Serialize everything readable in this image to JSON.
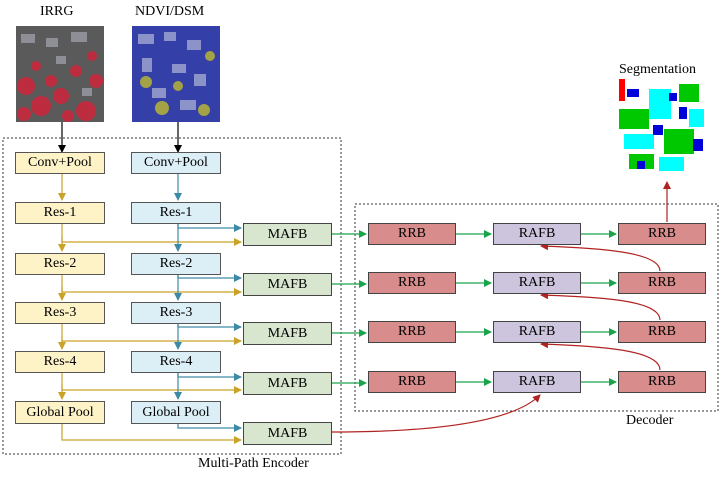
{
  "inputs": {
    "irrg_label": "IRRG",
    "ndvi_label": "NDVI/DSM"
  },
  "output": {
    "label": "Segmentation"
  },
  "encoder": {
    "label": "Multi-Path Encoder",
    "irrg_path": [
      "Conv+Pool",
      "Res-1",
      "Res-2",
      "Res-3",
      "Res-4",
      "Global Pool"
    ],
    "ndvi_path": [
      "Conv+Pool",
      "Res-1",
      "Res-2",
      "Res-3",
      "Res-4",
      "Global Pool"
    ],
    "fusion": [
      "MAFB",
      "MAFB",
      "MAFB",
      "MAFB",
      "MAFB"
    ]
  },
  "decoder": {
    "label": "Decoder",
    "rows": [
      [
        "RRB",
        "RAFB",
        "RRB"
      ],
      [
        "RRB",
        "RAFB",
        "RRB"
      ],
      [
        "RRB",
        "RAFB",
        "RRB"
      ],
      [
        "RRB",
        "RAFB",
        "RRB"
      ]
    ]
  },
  "colors": {
    "irrg_arrow": "#c9a227",
    "ndvi_arrow": "#3d8aa6",
    "fusion_arrow": "#1aa34a",
    "up_arrow": "#b22222"
  }
}
